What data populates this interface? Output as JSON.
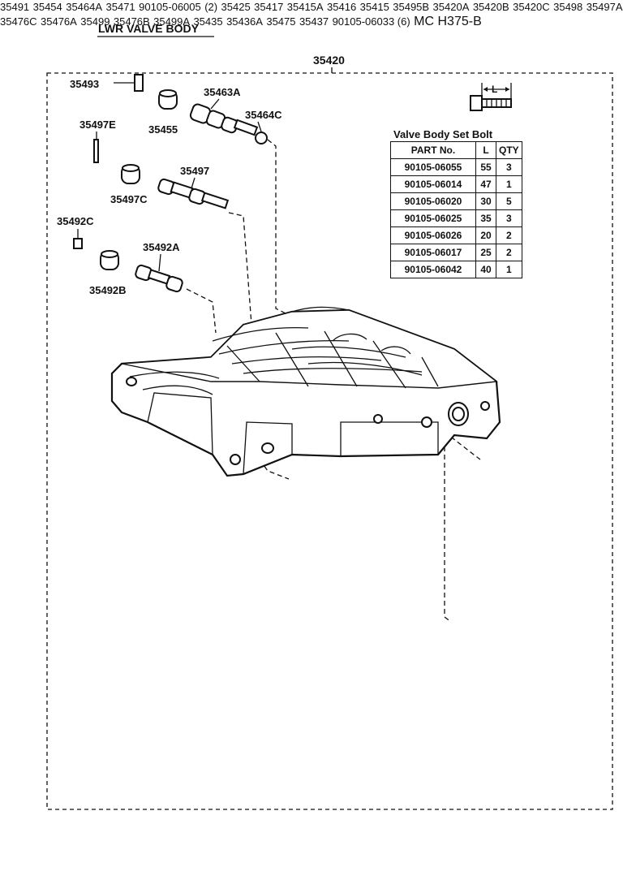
{
  "title": "LWR  VALVE  BODY",
  "assembly_number": "35420",
  "ref_code": "MC  H375-B",
  "dimension_label": "L",
  "bolt_table": {
    "caption": "Valve Body Set Bolt",
    "headers": [
      "PART No.",
      "L",
      "QTY"
    ],
    "rows": [
      [
        "90105-06055",
        "55",
        "3"
      ],
      [
        "90105-06014",
        "47",
        "1"
      ],
      [
        "90105-06020",
        "30",
        "5"
      ],
      [
        "90105-06025",
        "35",
        "3"
      ],
      [
        "90105-06026",
        "20",
        "2"
      ],
      [
        "90105-06017",
        "25",
        "2"
      ],
      [
        "90105-06042",
        "40",
        "1"
      ]
    ]
  },
  "parts": {
    "p35493": "35493",
    "p35455": "35455",
    "p35463A": "35463A",
    "p35464C": "35464C",
    "p35497E": "35497E",
    "p35497": "35497",
    "p35497C": "35497C",
    "p35492C": "35492C",
    "p35492A": "35492A",
    "p35492B": "35492B",
    "p35491": "35491",
    "p35454": "35454",
    "p35464A": "35464A",
    "p35425": "35425",
    "p35417": "35417",
    "p35415A": "35415A",
    "p35416": "35416",
    "p35415": "35415",
    "p35495B": "35495B",
    "p35420A": "35420A",
    "p35420B": "35420B",
    "p35420C": "35420C",
    "p35471": "35471",
    "p90105_06005": "90105-06005",
    "p90105_06005_qty": "(2)",
    "p35498": "35498",
    "p35497A": "35497A",
    "p35476A": "35476A",
    "p35499": "35499",
    "p35476C": "35476C",
    "p35476B": "35476B",
    "p35499A": "35499A",
    "p35435": "35435",
    "p35436A": "35436A",
    "p35475": "35475",
    "p35437": "35437",
    "p90105_06033": "90105-06033 (6)"
  }
}
